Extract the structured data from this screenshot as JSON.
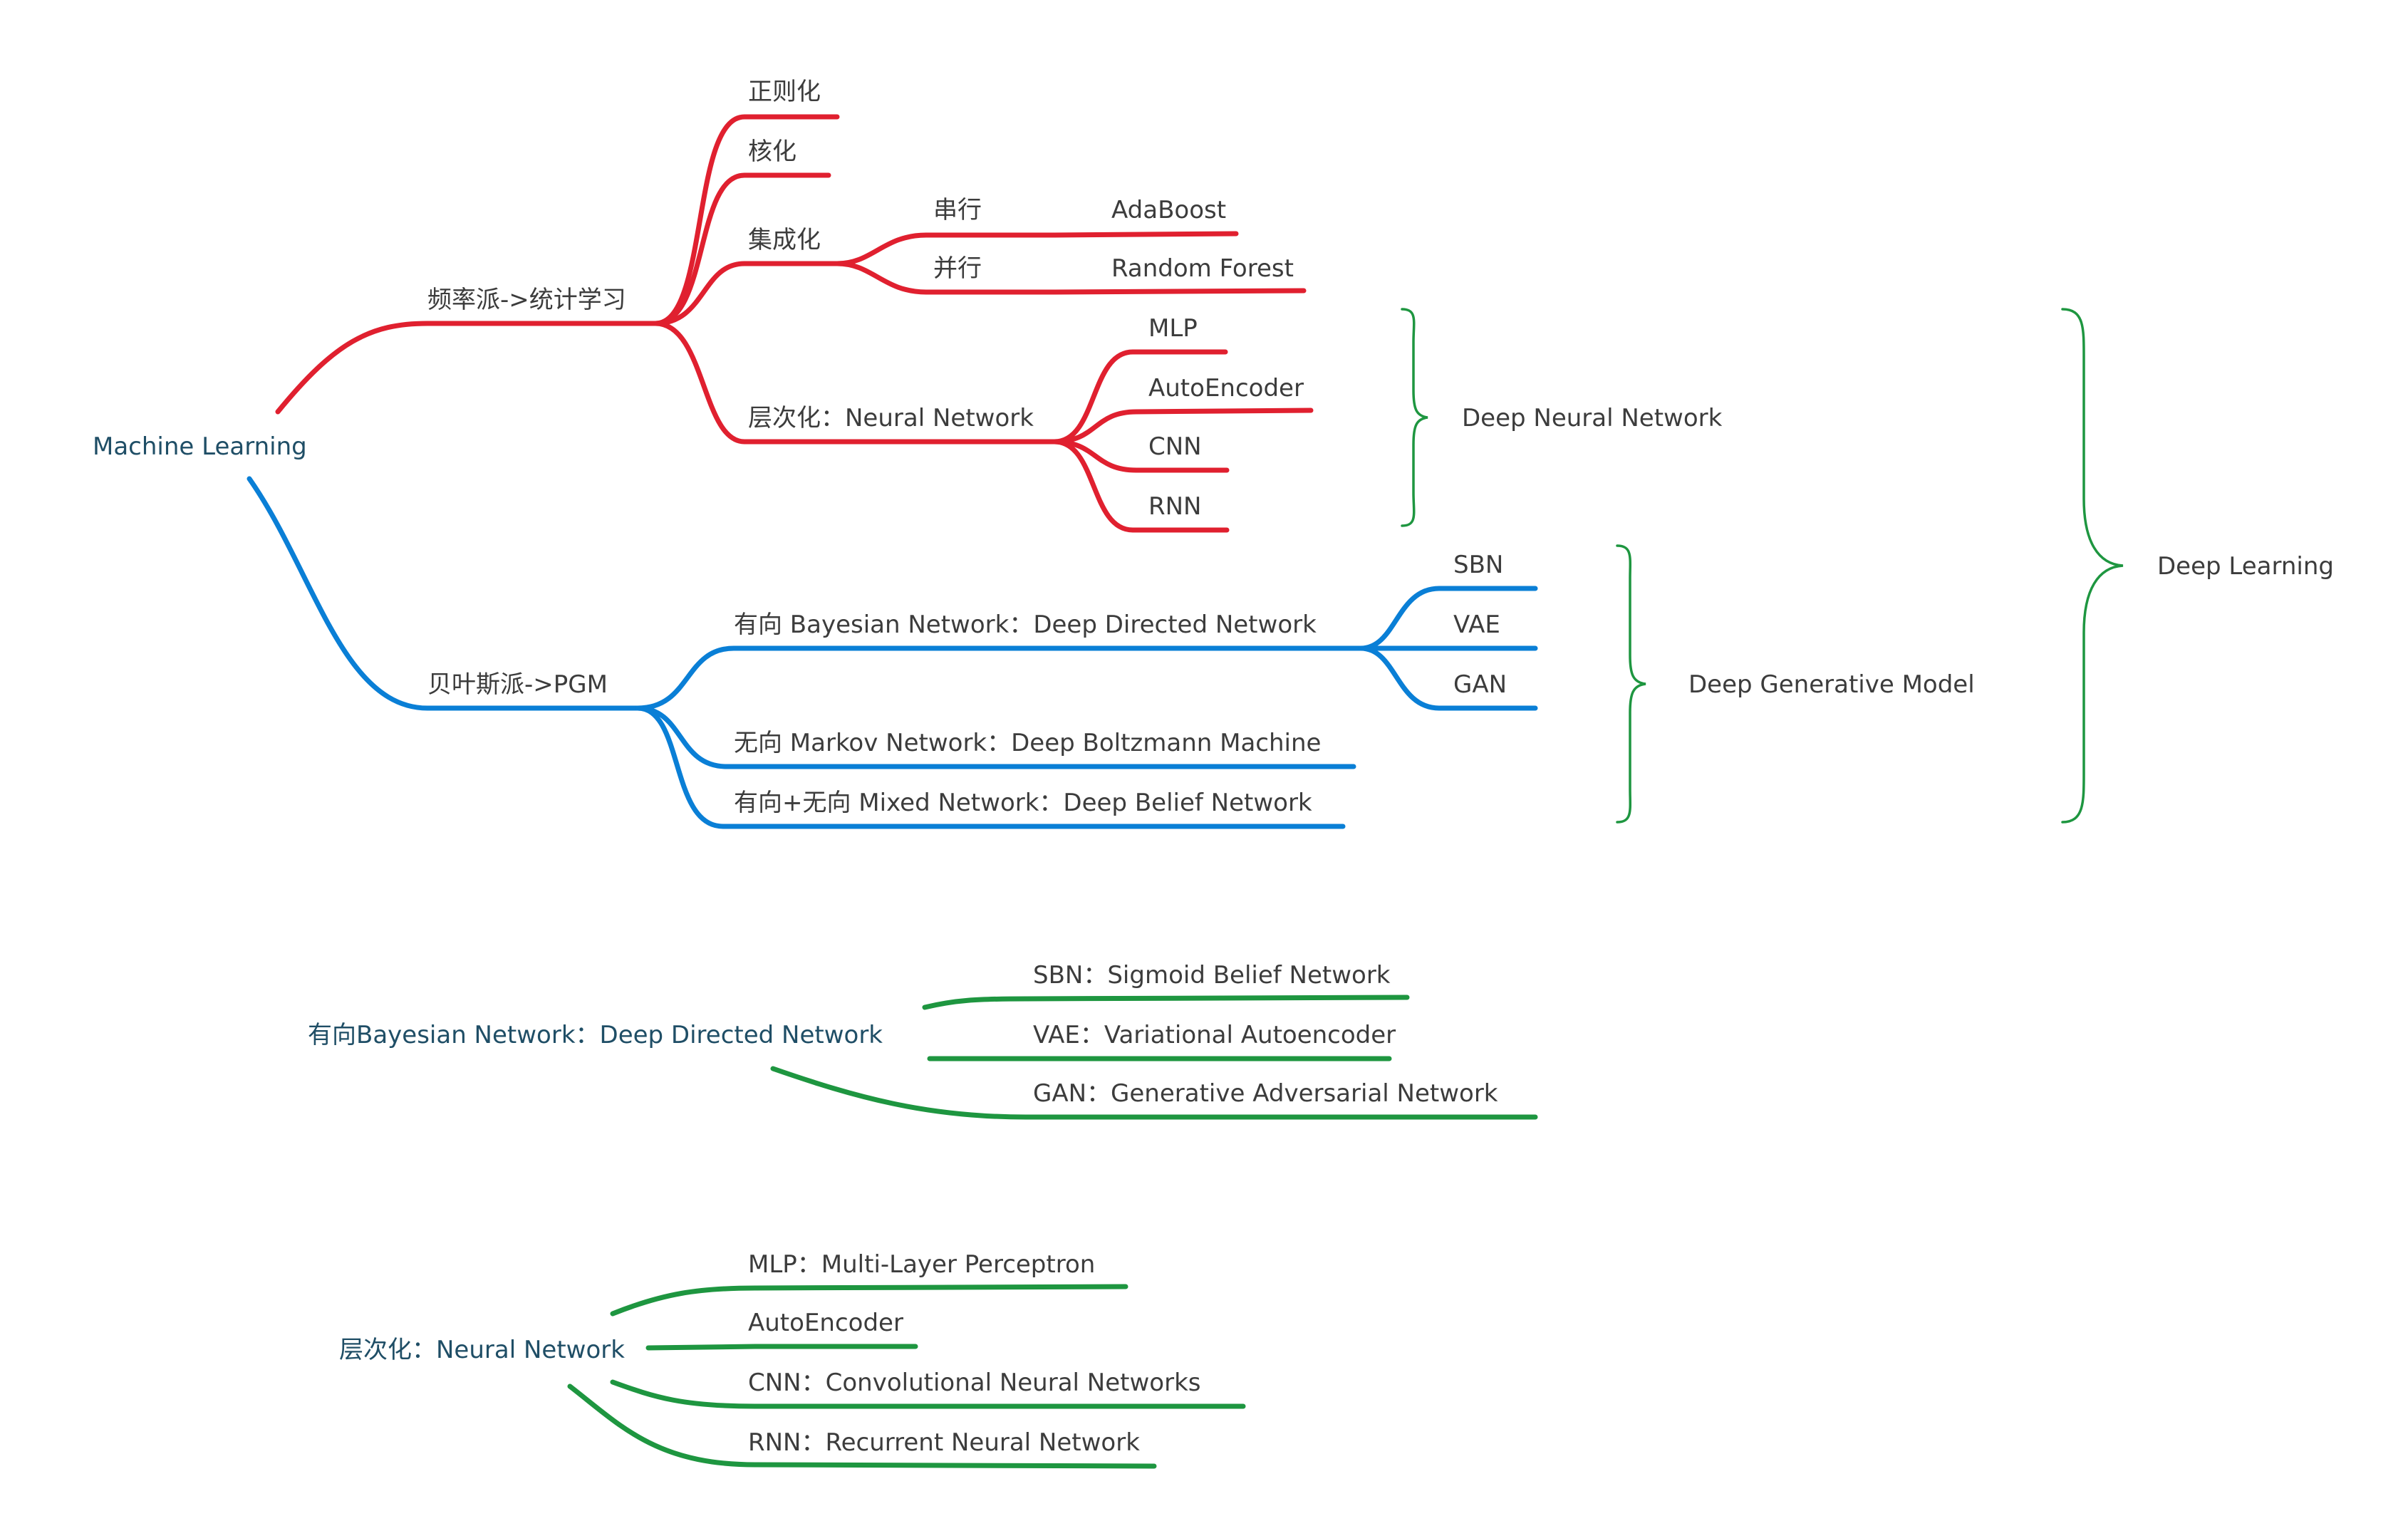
{
  "colors": {
    "red": "#e0202f",
    "blue": "#0a7fd6",
    "green": "#1e9640",
    "root_text": "#1f4e66",
    "text": "#3c3c3c"
  },
  "diagram": {
    "root": "Machine Learning",
    "frequentist": {
      "label": "频率派->统计学习",
      "regularization": "正则化",
      "kernelization": "核化",
      "ensemble": {
        "label": "集成化",
        "serial": {
          "label": "串行",
          "child": "AdaBoost"
        },
        "parallel": {
          "label": "并行",
          "child": "Random Forest"
        }
      },
      "hierarchical": {
        "label": "层次化：Neural Network",
        "children": [
          "MLP",
          "AutoEncoder",
          "CNN",
          "RNN"
        ]
      }
    },
    "bayesian": {
      "label": "贝叶斯派->PGM",
      "directed": {
        "label": "有向 Bayesian Network：Deep Directed Network",
        "children": [
          "SBN",
          "VAE",
          "GAN"
        ]
      },
      "undirected": "无向 Markov Network：Deep Boltzmann Machine",
      "mixed": "有向+无向 Mixed Network：Deep Belief Network"
    },
    "groups": {
      "dnn": "Deep Neural Network",
      "dgm": "Deep Generative Model",
      "dl": "Deep Learning"
    }
  },
  "legend_directed": {
    "root": "有向Bayesian Network：Deep Directed Network",
    "items": [
      "SBN：Sigmoid Belief Network",
      "VAE：Variational Autoencoder",
      "GAN：Generative Adversarial Network"
    ]
  },
  "legend_nn": {
    "root": "层次化：Neural Network",
    "items": [
      "MLP：Multi-Layer Perceptron",
      "AutoEncoder",
      "CNN：Convolutional Neural Networks",
      "RNN：Recurrent Neural Network"
    ]
  }
}
